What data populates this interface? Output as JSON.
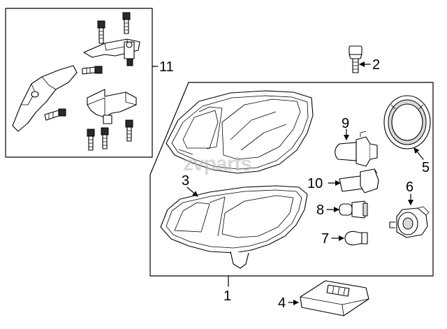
{
  "diagram": {
    "watermark": "zvparts",
    "callouts": {
      "c1": "1",
      "c2": "2",
      "c3": "3",
      "c4": "4",
      "c5": "5",
      "c6": "6",
      "c7": "7",
      "c8": "8",
      "c9": "9",
      "c10": "10",
      "c11": "11"
    }
  }
}
